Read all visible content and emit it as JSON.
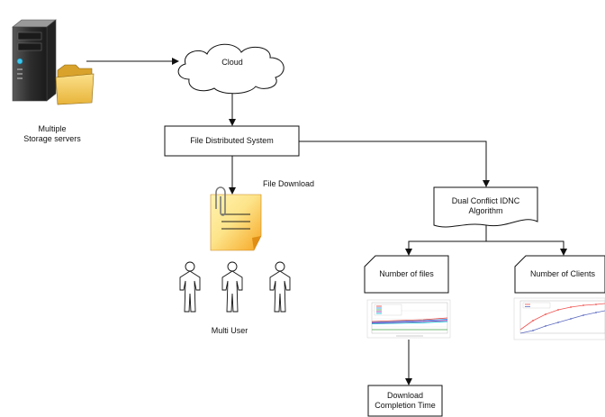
{
  "diagram": {
    "nodes": {
      "storage": {
        "label_line1": "Multiple",
        "label_line2": "Storage servers",
        "icon": "server-folder-icon"
      },
      "cloud": {
        "label": "Cloud",
        "icon": "cloud-shape"
      },
      "fds": {
        "label": "File Distributed System"
      },
      "file_download": {
        "label": "File Download",
        "icon": "sticky-note-with-paperclip-icon"
      },
      "users": {
        "label": "Multi User",
        "count": 3,
        "icon": "stick-figure-icon"
      },
      "dual_conflict": {
        "label_line1": "Dual Conflict IDNC",
        "label_line2": "Algorithm"
      },
      "num_files": {
        "label": "Number of files"
      },
      "num_clients": {
        "label": "Number of Clients"
      },
      "download_time": {
        "label_line1": "Download",
        "label_line2": "Completion Time"
      }
    },
    "edges": [
      {
        "from": "storage",
        "to": "cloud"
      },
      {
        "from": "cloud",
        "to": "fds"
      },
      {
        "from": "fds",
        "to": "file_download"
      },
      {
        "from": "fds",
        "to": "dual_conflict"
      },
      {
        "from": "dual_conflict",
        "to": "num_files"
      },
      {
        "from": "dual_conflict",
        "to": "num_clients"
      },
      {
        "from": "num_files",
        "to": "download_time"
      }
    ],
    "colors": {
      "server_body": "#3a3a3a",
      "folder": "#f2c94c",
      "note_top": "#fde48a",
      "note_bottom": "#f6a623",
      "files_plot_series": [
        "#e53935",
        "#1e88e5",
        "#43a047",
        "#8e24aa",
        "#00bcd4",
        "#7cb342"
      ],
      "clients_plot_series": [
        "#ef5350",
        "#5c6bc0"
      ]
    }
  }
}
